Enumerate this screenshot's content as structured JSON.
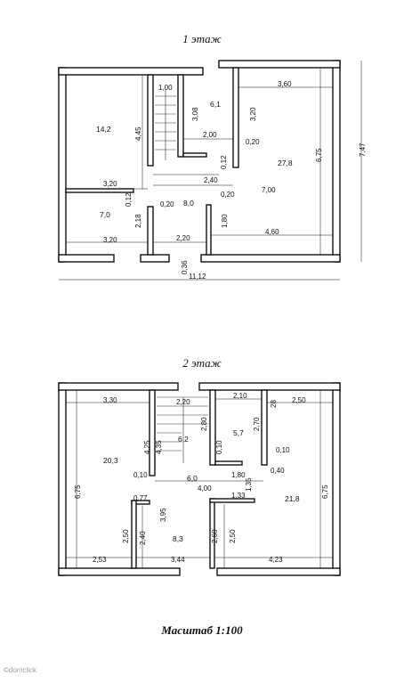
{
  "floor1": {
    "title": "1 этаж",
    "rooms": [
      "14,2",
      "6,1",
      "27,8",
      "7,0",
      "8,0"
    ],
    "dims": [
      "1,00",
      "3,08",
      "3,20",
      "3,60",
      "4,45",
      "2,00",
      "0,20",
      "6,75",
      "0,12",
      "2,40",
      "3,20",
      "7,00",
      "0,20",
      "0,12",
      "0,20",
      "2,18",
      "1,80",
      "2,20",
      "4,60",
      "3,20",
      "0,36",
      "11,12",
      "7,47"
    ]
  },
  "floor2": {
    "title": "2 этаж",
    "rooms": [
      "20,3",
      "6,2",
      "5,7",
      "6,0",
      "21,8",
      "8,3"
    ],
    "dims": [
      "3,30",
      "2,20",
      "2,10",
      "2,50",
      "2,80",
      "2,70",
      "28",
      "4,25",
      "4,35",
      "0,10",
      "0,10",
      "1,80",
      "0,40",
      "6,75",
      "6,75",
      "0,10",
      "4,00",
      "1,35",
      "1,33",
      "0,77",
      "3,95",
      "2,50",
      "2,40",
      "2,60",
      "2,50",
      "2,53",
      "3,44",
      "4,23"
    ]
  },
  "scale_label": "Масштаб 1:100",
  "watermark": "©domclick"
}
